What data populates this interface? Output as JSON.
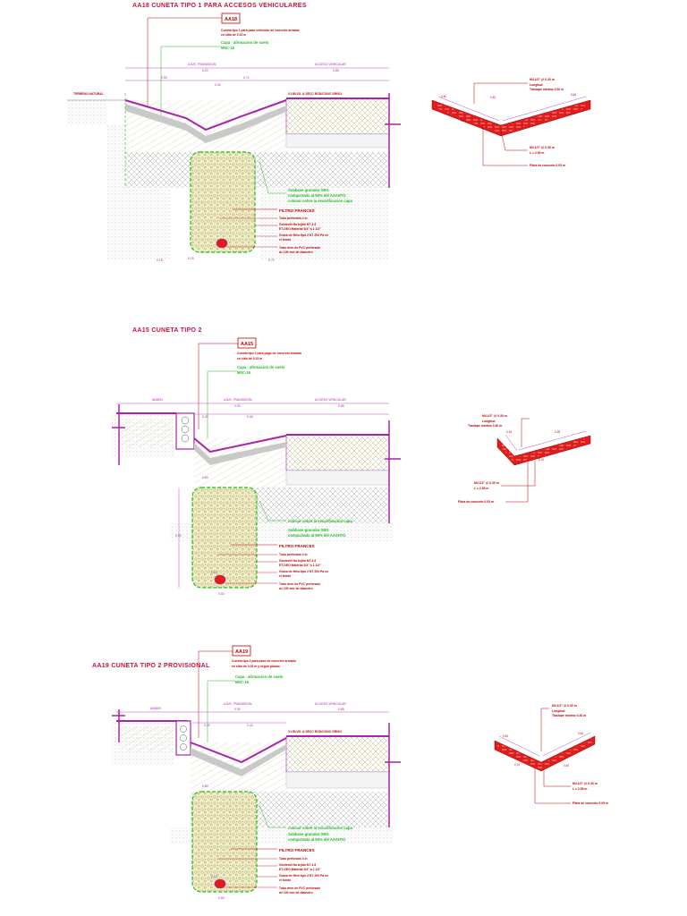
{
  "colors": {
    "title": "#d0103a",
    "note": "#c00000",
    "green_note": "#22bb22",
    "magenta": "#aa22aa",
    "red_fill": "#e21b1b",
    "filter_fill": "#f2eec6",
    "dims": "#aa22aa"
  },
  "section1": {
    "title": "AA18 CUNETA TIPO 1 PARA ACCESOS VEHICULARES",
    "tag": "AA18",
    "note_top_1": "Cuneta tipo 1 para paso vehicular de concreto armado",
    "note_top_2": "en sitio de 0.15 m",
    "green_1": "Capa - afirmacion de suelo",
    "green_2": "M0C-16",
    "zone_left": "AJUS. TRANSICION",
    "zone_right": "ACCESO VEHICULAR",
    "ground_left": "TERRENO NATURAL",
    "road_note": "V1 BLVD. & SECC ROD/CONC GRISO",
    "dims_top": [
      "0.50",
      "0.70",
      "0.20",
      "0.40",
      "0.85"
    ],
    "dim_bottom_left": "0.15",
    "dim_bottom_right": "0.70",
    "dim_bottom_mid": "0.15",
    "green_mid_1": "Subbase granular SBG",
    "green_mid_2": "compactada al 95% del AASHTO",
    "green_mid_3": "colocar sobre la escarificacion capa",
    "filtro": "FILTRO FRANCES",
    "filt_1": "Tubo perforado 4 in",
    "filt_2": "Geotextil No tejido NT 4-5",
    "filt_3": "ET-GEO Material 3/4\" a 1 1/2\"",
    "filt_4": "Grava de filtro tipo 2 NT 200 Pa en",
    "filt_5": "el fondo",
    "filt_6": "Tubo dren de PVC perforado",
    "filt_7": "de 100 mm de diametro",
    "detail_1": "M4 1/2\" @ 0.30 m",
    "detail_2": "Longitud",
    "detail_3": "Traslape minimo 0.30 m",
    "detail_4": "M4 1/2\" @ 0.30 m",
    "detail_5": "L = 2.50 m",
    "detail_6": "Fibra de concreto 0.05 m",
    "detail_dims": [
      "0.40",
      "0.40",
      "0.70",
      "0.70",
      "0.40"
    ]
  },
  "section2": {
    "title": "AA15 CUNETA TIPO 2",
    "tag": "AA15",
    "note_top_1": "Cuneta tipo 2 para pago de concreto armado",
    "note_top_2": "en sitio de 0.15 m",
    "green_1": "Capa - afirmacion de suelo",
    "green_2": "M0C-16",
    "zone_left": "ANDEN",
    "zone_mid": "AJUS. TRANSICION",
    "zone_right": "ACCESO VEHICULAR",
    "dims_top": [
      "0.90",
      "0.20",
      "0.40",
      "0.85"
    ],
    "dim_side": "0.50",
    "dim_depth": "0.90",
    "dim_bottom": "0.50",
    "green_mid_1": "colocar sobre la escarificacion capa",
    "green_mid_2": "Subbase granular SBG",
    "green_mid_3": "compactada al 95% del AASHTO",
    "filtro": "FILTRO FRANCES",
    "filt_1": "Tubo perforado 4 in",
    "filt_2": "Geotextil No tejido NT 4-5",
    "filt_3": "ET-GEO Material 3/4\" a 1 1/2\"",
    "filt_4": "Grava de filtro tipo 2 NT 200 Pa en",
    "filt_5": "el fondo",
    "filt_6": "Tubo dren de PVC perforado",
    "filt_7": "de 100 mm de diametro",
    "pipe_label": "0.10",
    "detail_1": "M4 1/2\" @ 0.30 m",
    "detail_2": "Longitud",
    "detail_3": "Traslape minimo 0.30 m",
    "detail_4": "M4 1/2\" @ 0.30 m",
    "detail_5": "L = 2.50 m",
    "detail_6": "Fibra de concreto 0.05 m",
    "detail_dims": [
      "0.15",
      "0.25",
      "0.70"
    ]
  },
  "section3": {
    "title": "AA19 CUNETA TIPO 2 PROVISIONAL",
    "tag": "AA19",
    "note_top_1": "Cuneta tipo 2 para paso de concreto armado",
    "note_top_2": "en sitio de 0.15 m y segun planos",
    "green_1": "Capa - afirmacion de suelo",
    "green_2": "M0C-16",
    "zone_left": "ANDEN",
    "zone_mid": "AJUS. TRANSICION",
    "zone_right": "ACCESO VEHICULAR",
    "road_note": "V1 BLVD. & SECC ROD/CONC GRISO",
    "dims_top": [
      "0.90",
      "0.20",
      "0.40",
      "0.85"
    ],
    "dim_bottom": "0.50",
    "dim_side": "0.50",
    "green_mid_1": "colocar sobre la escarificacion capa",
    "green_mid_2": "Subbase granular SBG",
    "green_mid_3": "compactada al 95% del AASHTO",
    "filtro": "FILTRO FRANCES",
    "filt_1": "Tubo perforado 4 in",
    "filt_2": "Geotextil No tejido NT 4-5",
    "filt_3": "ET-GEO Material 3/4\" a 1 1/2\"",
    "filt_4": "Grava de filtro tipo 2 NT 200 Pa en",
    "filt_5": "el fondo",
    "filt_6": "Tubo dren de PVC perforado",
    "filt_7": "de 100 mm de diametro",
    "pipe_label": "0.10",
    "detail_1": "M4 1/2\" @ 0.30 m",
    "detail_2": "Longitud",
    "detail_3": "Traslape minimo 0.30 m",
    "detail_4": "M4 1/2\" @ 0.30 m",
    "detail_5": "L = 2.50 m",
    "detail_6": "Fibra de concreto 0.05 m",
    "detail_dims": [
      "0.40",
      "0.40",
      "0.70",
      "0.40"
    ]
  }
}
